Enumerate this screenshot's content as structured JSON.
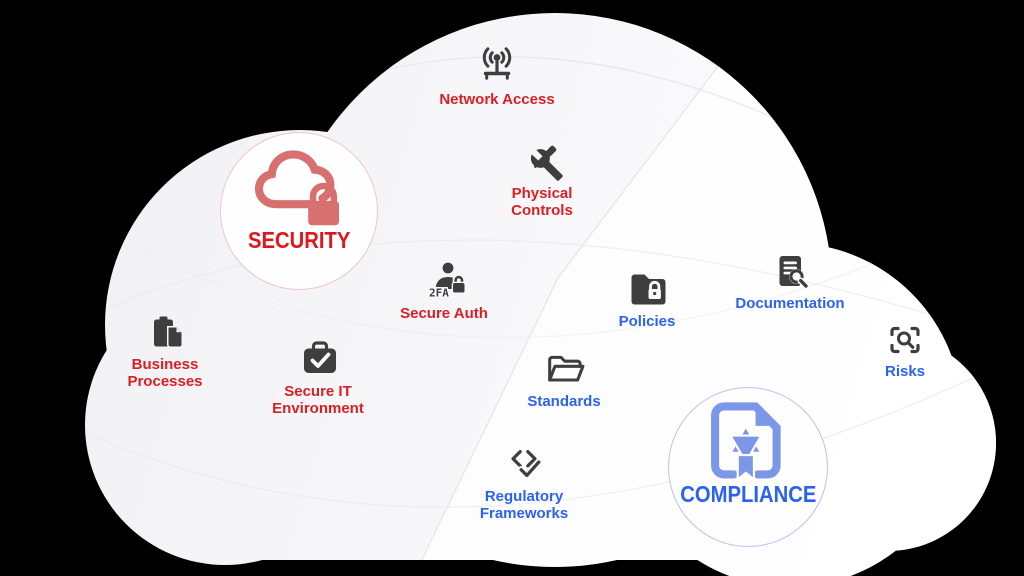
{
  "diagram": {
    "background_color": "#000000",
    "cloud_color": "#f6f6f9",
    "item_icon_color": "#3e3e3e",
    "security": {
      "title": "SECURITY",
      "accent_color": "#e0161d",
      "label_color": "#d91f24",
      "hub_icon": "cloud-lock-icon",
      "hub_icon_color": "#d97070",
      "items": [
        {
          "label": "Network Access",
          "icon": "antenna-icon"
        },
        {
          "label": "Physical Controls",
          "icon": "tools-icon"
        },
        {
          "label": "Secure Auth",
          "icon": "two-factor-user-icon",
          "badge": "2FA"
        },
        {
          "label": "Business Processes",
          "icon": "clipboard-doc-icon"
        },
        {
          "label": "Secure IT Environment",
          "icon": "briefcase-check-icon"
        }
      ]
    },
    "compliance": {
      "title": "COMPLIANCE",
      "accent_color": "#2b62f3",
      "label_color": "#2b62f3",
      "hub_icon": "certificate-doc-icon",
      "hub_icon_color": "#7d97e8",
      "items": [
        {
          "label": "Policies",
          "icon": "folder-lock-icon"
        },
        {
          "label": "Documentation",
          "icon": "document-search-icon"
        },
        {
          "label": "Standards",
          "icon": "folder-open-icon"
        },
        {
          "label": "Risks",
          "icon": "scan-search-icon"
        },
        {
          "label": "Regulatory Frameworks",
          "icon": "code-check-icon"
        }
      ]
    }
  }
}
